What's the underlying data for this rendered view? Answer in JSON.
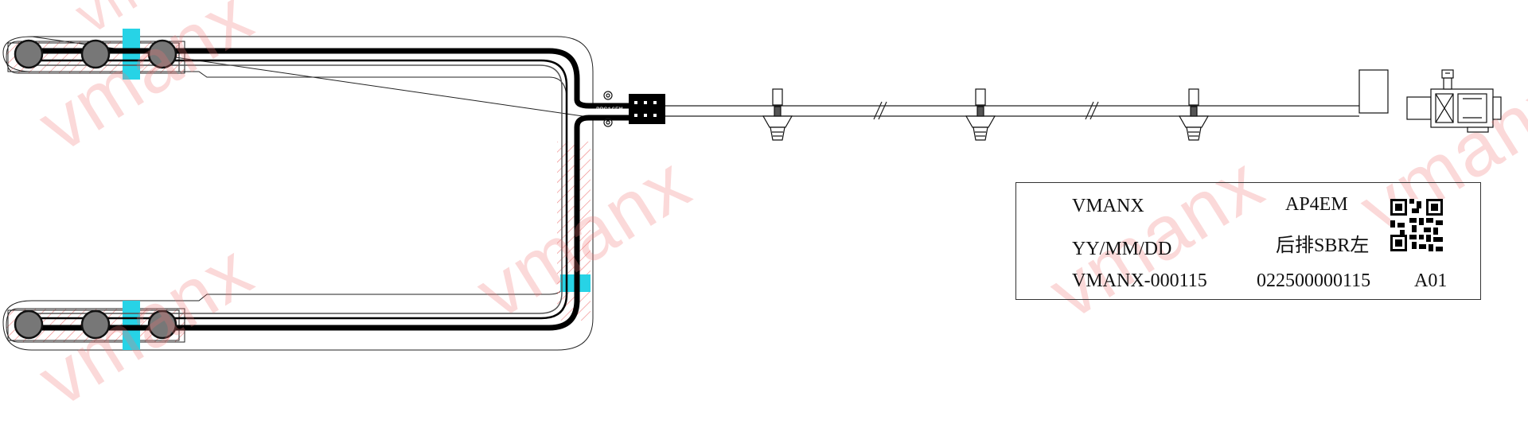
{
  "watermark": {
    "text": "vmanx"
  },
  "label": {
    "brand": "VMANX",
    "date_format": "YY/MM/DD",
    "drawing_number": "VMANX-000115",
    "model": "AP4EM",
    "description": "后排SBR左",
    "part_number": "022500000115",
    "revision": "A01"
  },
  "connector_marking": "BBS16EM",
  "icons": {
    "qr": "qr-code-icon"
  },
  "colors": {
    "cable": "#000000",
    "hatch": "#f08080",
    "tape": "#27d3e6",
    "pad": "#777777"
  }
}
